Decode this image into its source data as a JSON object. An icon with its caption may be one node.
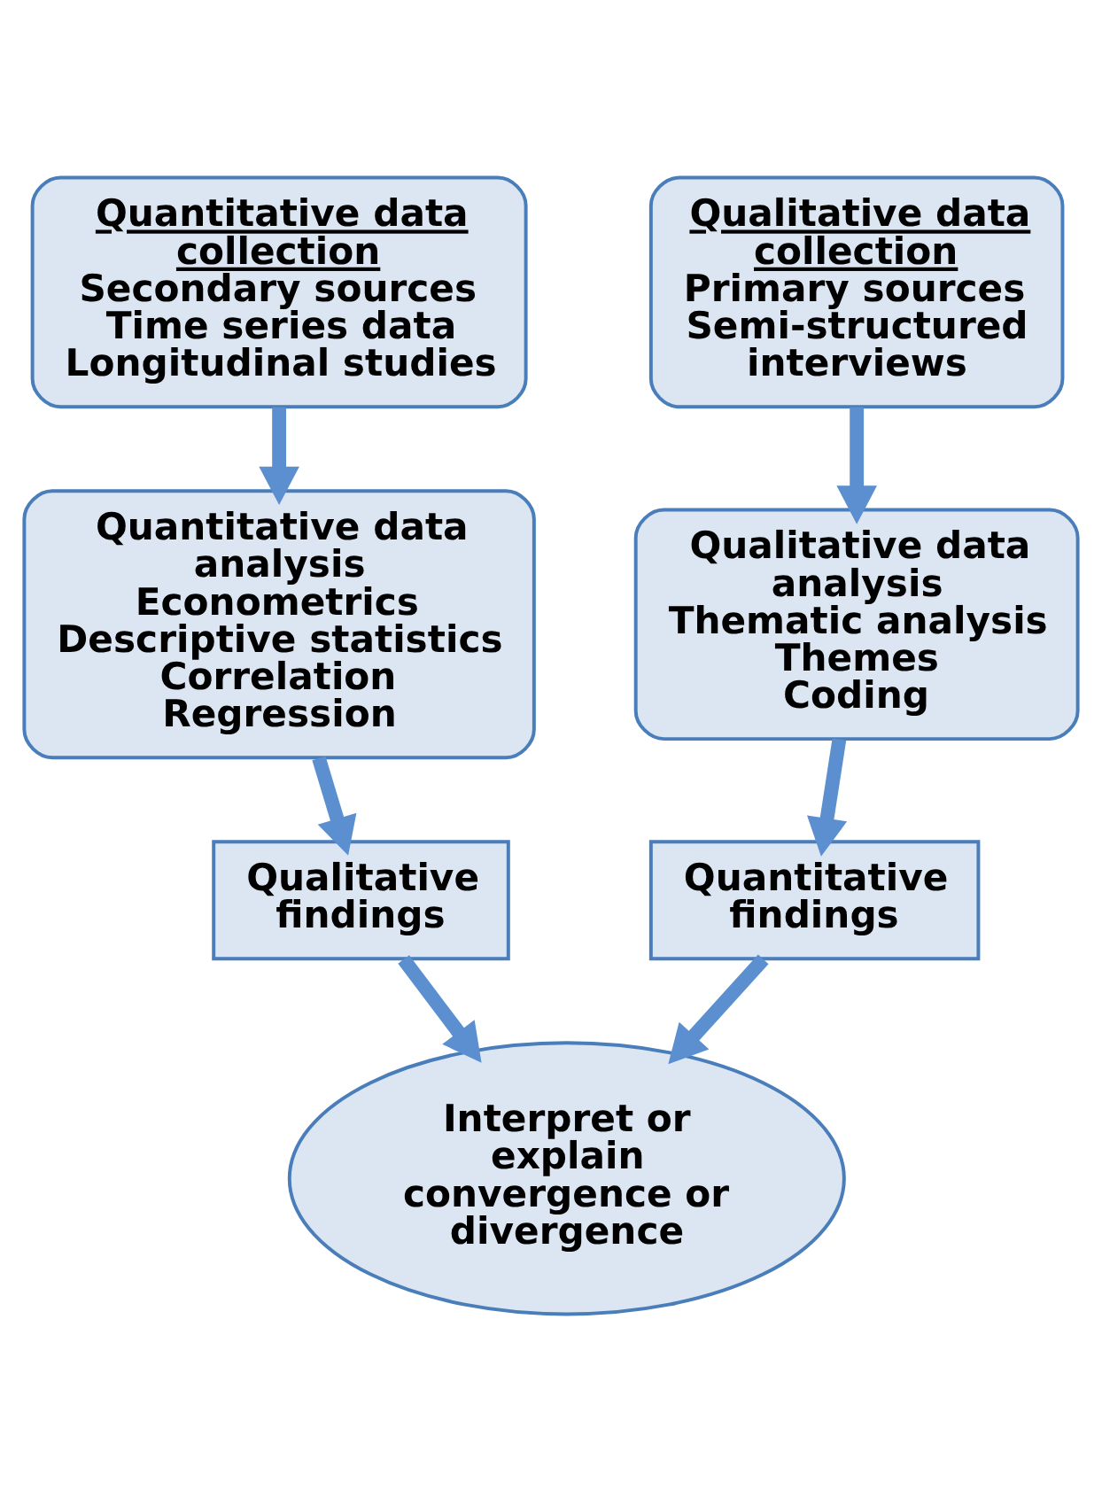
{
  "diagram": {
    "nodes": [
      {
        "text": [
          "Quantitative data collection",
          "Secondary sources",
          "Time series data",
          "Longitudinal studies"
        ]
      },
      {
        "text": [
          "Qualitative data collection",
          "Primary sources",
          "Semi-structured interviews"
        ]
      },
      {
        "text": [
          "Quantitative data analysis",
          "Econometrics",
          "Descriptive statistics",
          "Correlation",
          "Regression"
        ]
      },
      {
        "text": [
          "Qualitative data analysis",
          "Thematic analysis",
          "Themes",
          "Coding"
        ]
      },
      {
        "text": [
          "Qualitative findings"
        ]
      },
      {
        "text": [
          "Quantitative findings"
        ]
      },
      {
        "text": [
          "Interpret or explain convergence or divergence"
        ]
      }
    ],
    "edges": [
      {
        "from": 0,
        "to": 2,
        "arrow": "to"
      },
      {
        "from": 1,
        "to": 3,
        "arrow": "to"
      },
      {
        "from": 2,
        "to": 4,
        "arrow": "to"
      },
      {
        "from": 3,
        "to": 5,
        "arrow": "to"
      },
      {
        "from": 4,
        "to": 6,
        "arrow": "to"
      },
      {
        "from": 5,
        "to": 6,
        "arrow": "to"
      }
    ]
  }
}
